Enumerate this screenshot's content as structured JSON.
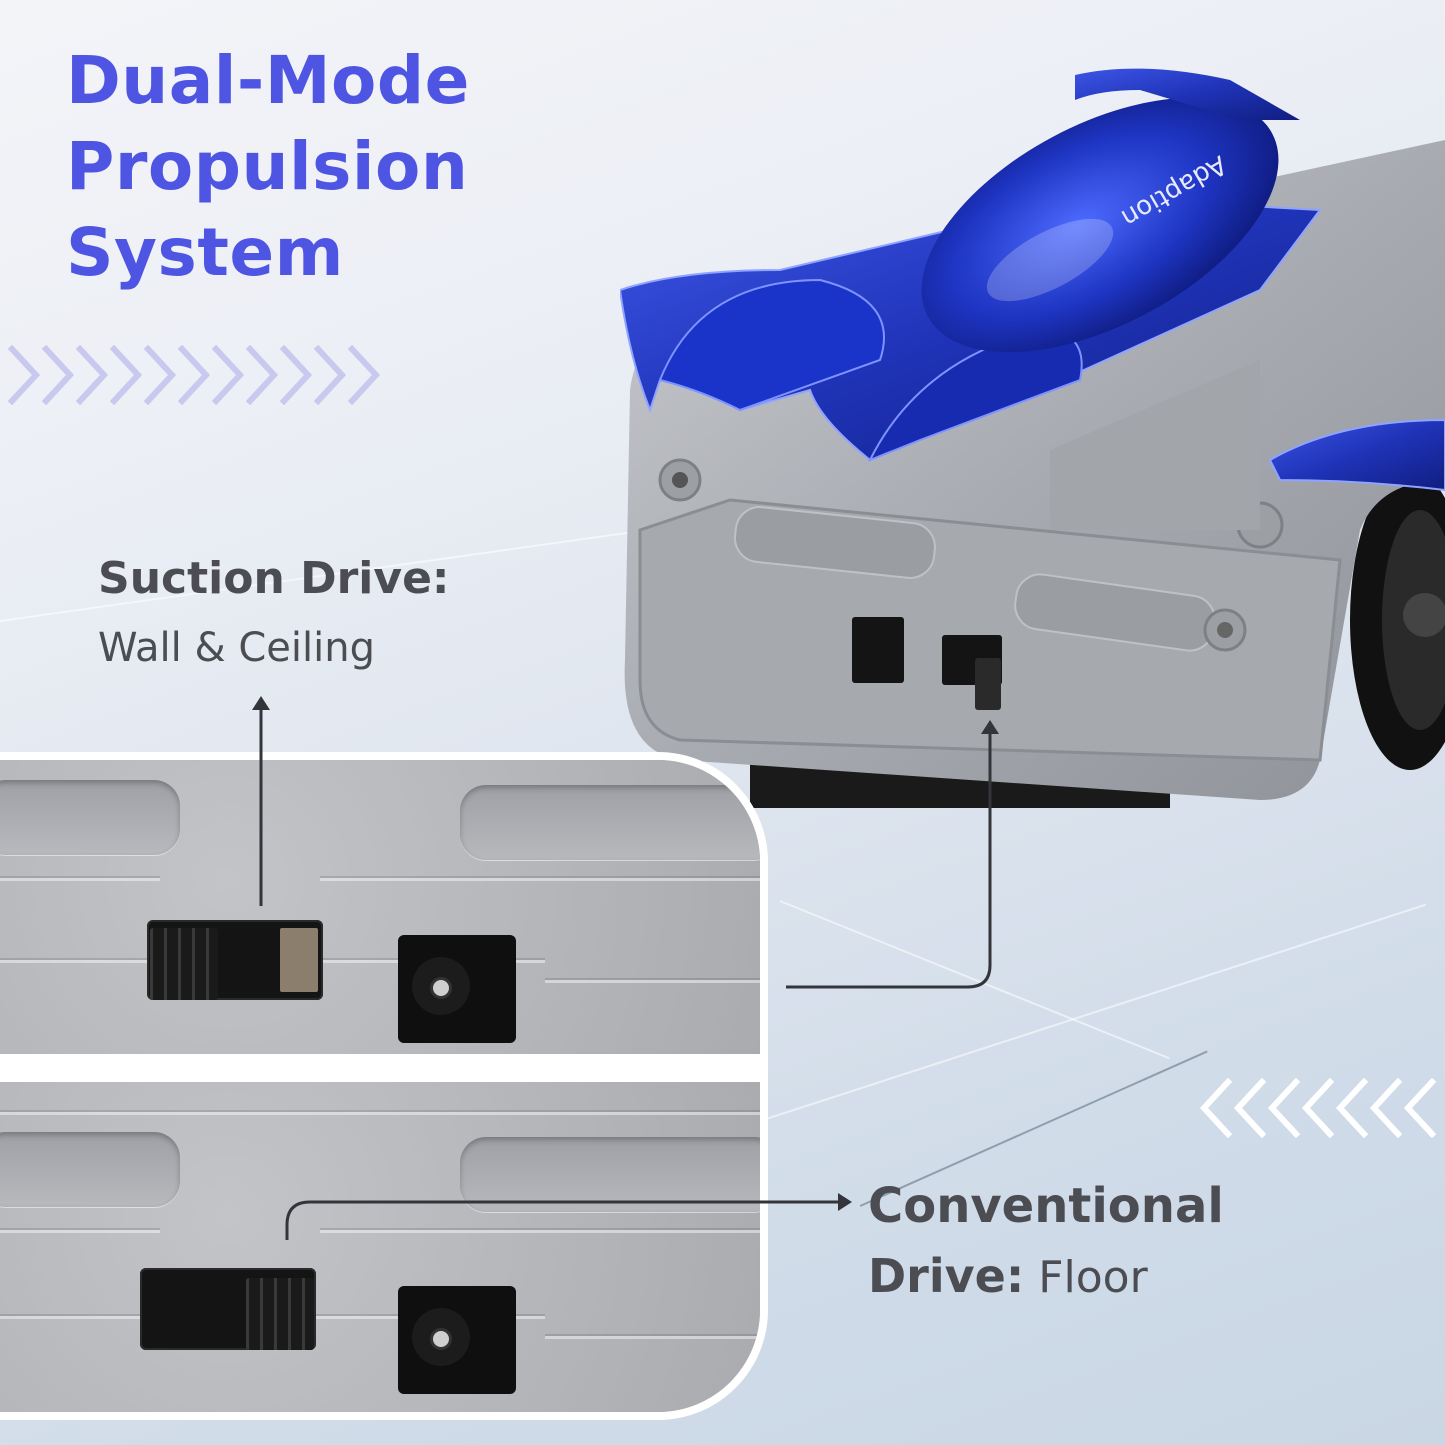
{
  "title": {
    "lines": [
      "Dual-Mode",
      "Propulsion",
      "System"
    ],
    "color": "#4f55e3"
  },
  "decorations": {
    "chevrons_right": {
      "count": 11,
      "color": "#c9c8ef",
      "direction": "right"
    },
    "chevrons_left": {
      "count": 7,
      "color": "#ffffff",
      "direction": "left"
    }
  },
  "callouts": {
    "suction": {
      "heading": "Suction Drive:",
      "detail": "Wall & Ceiling"
    },
    "conventional": {
      "heading_line1": "Conventional",
      "heading_line2": "Drive:",
      "detail": "Floor"
    }
  },
  "product": {
    "name": "Wall-climbing RC car",
    "body_text": "Adaption",
    "colors": {
      "body": "#a9acb2",
      "accent": "#2a3fc4",
      "text": "#4b4d52"
    }
  },
  "insets": [
    {
      "id": "suction-mode",
      "switch_position": "left"
    },
    {
      "id": "floor-mode",
      "switch_position": "right"
    }
  ]
}
